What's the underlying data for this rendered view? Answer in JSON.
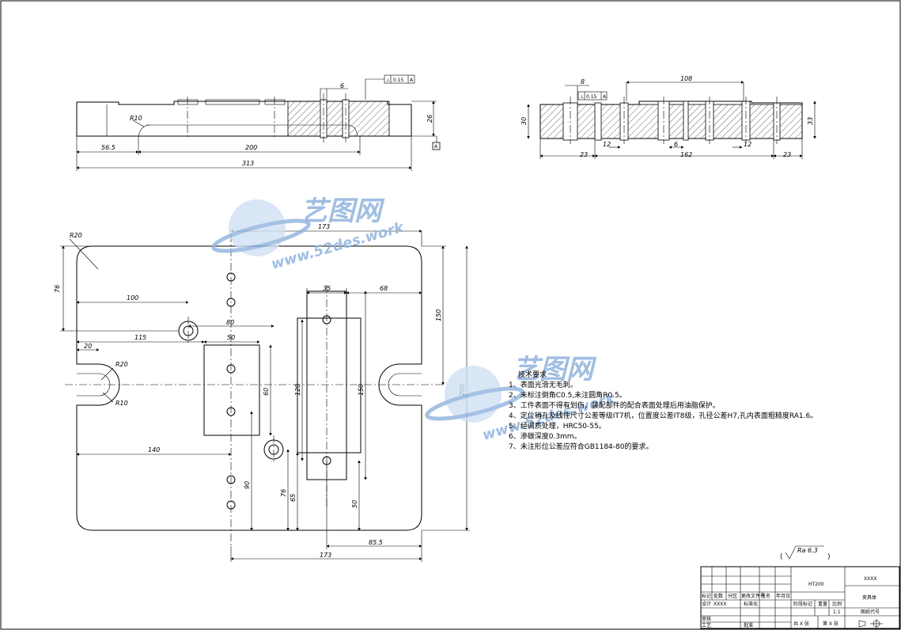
{
  "watermark": {
    "logo_text": "艺图网",
    "url_text": "www.52des.work"
  },
  "dimensions": {
    "top_left": {
      "d6": "6",
      "r10": "R10",
      "d26": "26",
      "d56_5": "56.5",
      "d200": "200",
      "d313": "313"
    },
    "top_right": {
      "d8": "8",
      "d108": "108",
      "d30": "30",
      "d33": "33",
      "d12a": "12",
      "d6": "6",
      "d12b": "12",
      "d23a": "23",
      "d162": "162",
      "d23b": "23"
    },
    "plan": {
      "r20_corner": "R20",
      "d76": "76",
      "d173_top": "173",
      "d100": "100",
      "d80": "80",
      "d115": "115",
      "d50": "50",
      "d20": "20",
      "r20_slot": "R20",
      "r10_slot": "R10",
      "d35": "35",
      "d68": "68",
      "d150": "150",
      "d120": "120",
      "d60": "60",
      "d140": "140",
      "d200": "200",
      "d90": "90",
      "d76b": "76",
      "d65": "65",
      "d50b": "50",
      "d85_5": "85.5",
      "d173_bottom": "173"
    }
  },
  "tolerance_frames": {
    "top_left": {
      "symbol": "⊥",
      "value": "0.15",
      "datum": "A"
    },
    "top_right": {
      "symbol": "⊥",
      "value": "0.15",
      "datum": "A"
    },
    "datum_label": "A"
  },
  "surface_finish": {
    "value": "Ra 6.3"
  },
  "notes": {
    "title": "技术要求",
    "items": [
      "1、表面光滑无毛刺。",
      "2、未标注倒角C0.5,未注圆角R0.5。",
      "3、工件表面不得有划伤，装配部件的配合表面处理后用油脂保护。",
      "4、定位销孔及线性尺寸公差等级IT7机，位置度公差IT8级，孔径公差H7,孔内表面粗糙度RA1.6。",
      "5、经调质处理，HRC50-55。",
      "6、渗碳深度0.3mm。",
      "7、未注形位公差应符合GB1184-80的要求。"
    ]
  },
  "title_block": {
    "material": "HT200",
    "company": "XXXX",
    "part_name": "夹具体",
    "drawing_no_label": "图纸代号",
    "stage_label": "阶段标记",
    "weight_label": "重量",
    "scale_label": "比例",
    "scale_value": "1:1",
    "sheet_total": "共 X 张",
    "sheet_no": "第 X 张",
    "rev_mark": "标记",
    "rev_count": "处数",
    "rev_zone": "分区",
    "rev_doc": "更改文件号",
    "rev_sign": "签名",
    "rev_date": "年月日",
    "designer_label": "设计",
    "designer_name": "XXXX",
    "standard_label": "标准化",
    "check_label": "审核",
    "process_label": "工艺",
    "approve_label": "批准"
  }
}
